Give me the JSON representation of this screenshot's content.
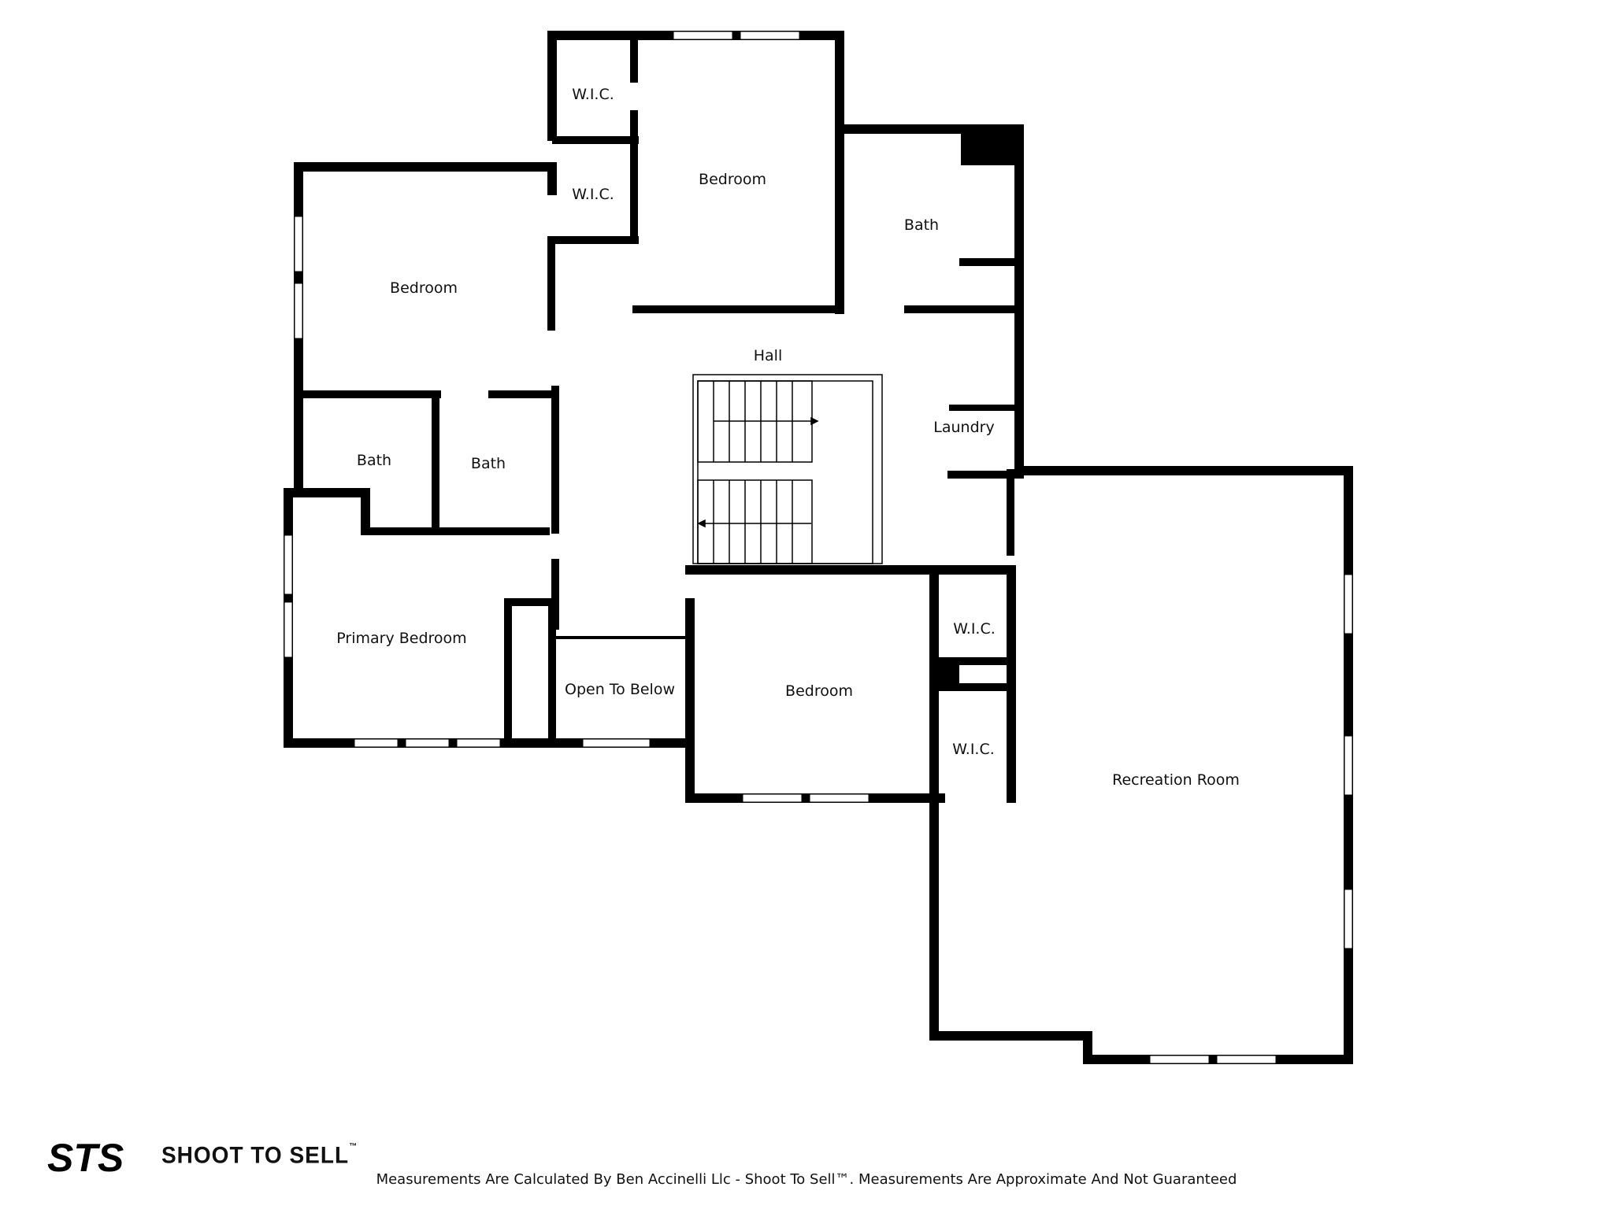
{
  "rooms": {
    "wic_1": "W.I.C.",
    "wic_2": "W.I.C.",
    "bedroom_top": "Bedroom",
    "bath_top": "Bath",
    "bedroom_left": "Bedroom",
    "hall": "Hall",
    "laundry": "Laundry",
    "bath_left": "Bath",
    "bath_center": "Bath",
    "primary_bedroom": "Primary Bedroom",
    "open_to_below": "Open To Below",
    "bedroom_bottom": "Bedroom",
    "wic_3": "W.I.C.",
    "wic_4": "W.I.C.",
    "recreation_room": "Recreation Room"
  },
  "logo": {
    "mark": "STS",
    "name": "SHOOT TO SELL",
    "tm": "™"
  },
  "footer": "Measurements Are Calculated By Ben Accinelli Llc - Shoot To Sell™. Measurements Are Approximate And Not Guaranteed",
  "colors": {
    "wall": "#000000",
    "background": "#ffffff"
  }
}
